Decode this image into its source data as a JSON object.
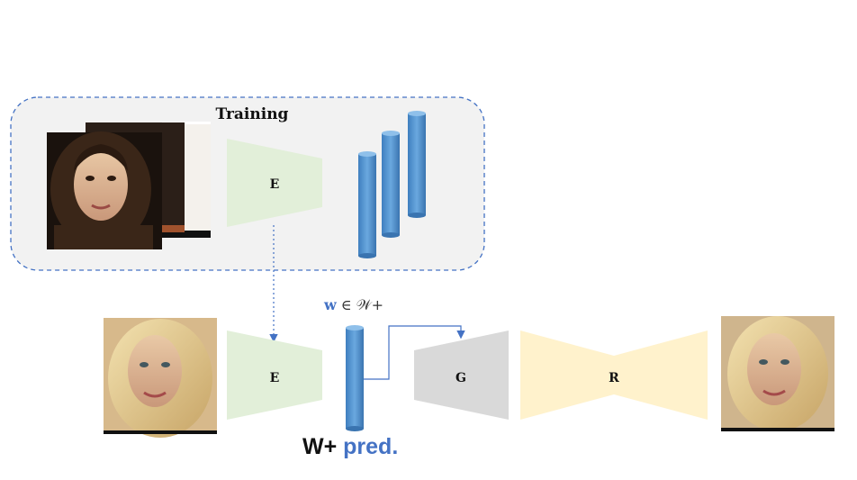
{
  "training_label": "Training",
  "encoder_label": "E",
  "generator_label": "G",
  "refiner_label": "R",
  "latent_label": {
    "bold": "w",
    "rest": " ∈ 𝒲+"
  },
  "caption": {
    "part1": "W+",
    "part2": "pred."
  },
  "colors": {
    "encoder_fill": "#e2efd9",
    "generator_fill": "#d9d9d9",
    "refiner_fill": "#fff2cc",
    "latent_fill": "#5b9bd5",
    "accent": "#4472c4",
    "training_box_fill": "#f2f2f2"
  }
}
